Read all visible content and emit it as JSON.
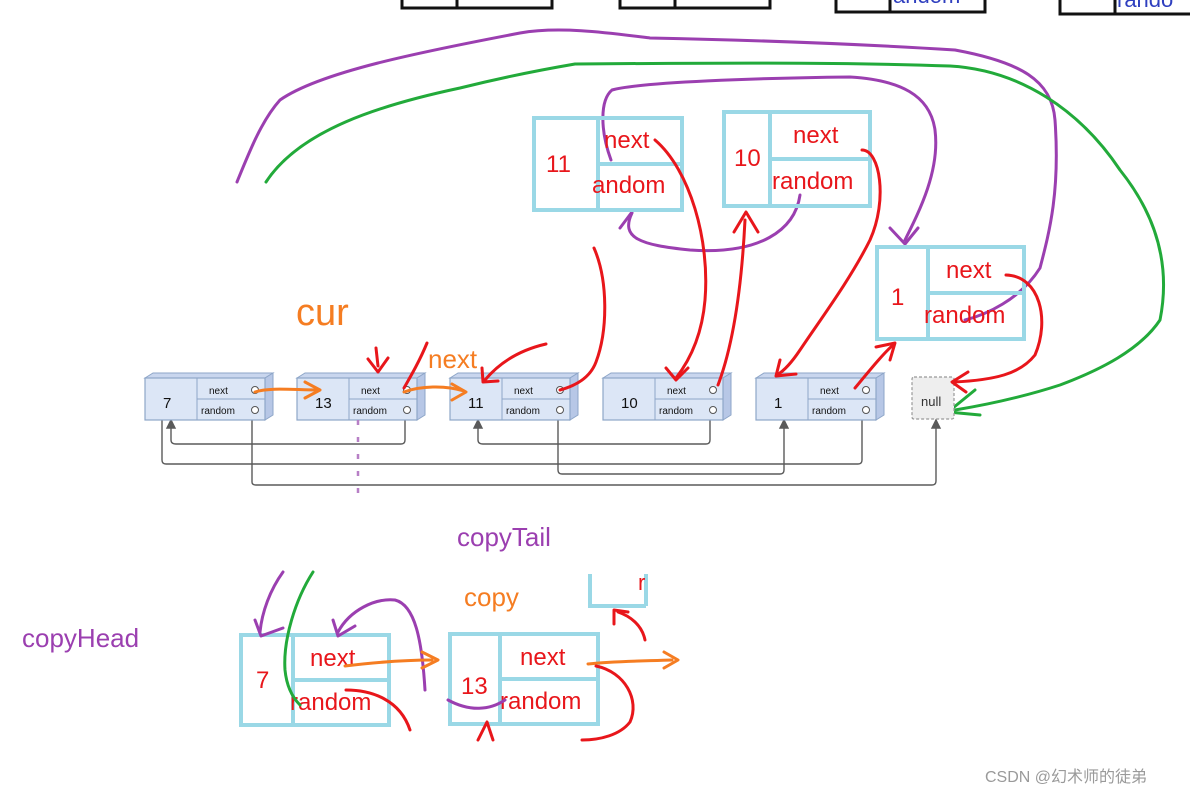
{
  "labels": {
    "cur": "cur",
    "next_pointer": "next",
    "copy_tail": "copyTail",
    "copy": "copy",
    "copy_head": "copyHead",
    "watermark": "CSDN @幻术师的徒弟",
    "top_partial_1": "andom",
    "top_partial_2": "rando",
    "copy_partial": "r"
  },
  "original_list": {
    "field_next": "next",
    "field_random": "random",
    "nodes": [
      "7",
      "13",
      "11",
      "10",
      "1"
    ],
    "null_label": "null"
  },
  "copied_nodes": [
    {
      "value": "11",
      "next": "next",
      "random": "andom"
    },
    {
      "value": "10",
      "next": "next",
      "random": "random"
    },
    {
      "value": "1",
      "next": "next",
      "random": "random"
    }
  ],
  "copy_chain": [
    {
      "value": "7",
      "next": "next",
      "random": "random"
    },
    {
      "value": "13",
      "next": "next",
      "random": "random"
    }
  ],
  "colors": {
    "red": "#e8161b",
    "purple": "#9b3fb0",
    "green": "#22aa3a",
    "orange": "#f57d22",
    "cyan": "#9ad8e6",
    "node_fill": "#dce6f6",
    "node_stroke": "#8ea6c8",
    "dark_line": "#5a5a5a",
    "blue_text": "#2f3fbf"
  }
}
